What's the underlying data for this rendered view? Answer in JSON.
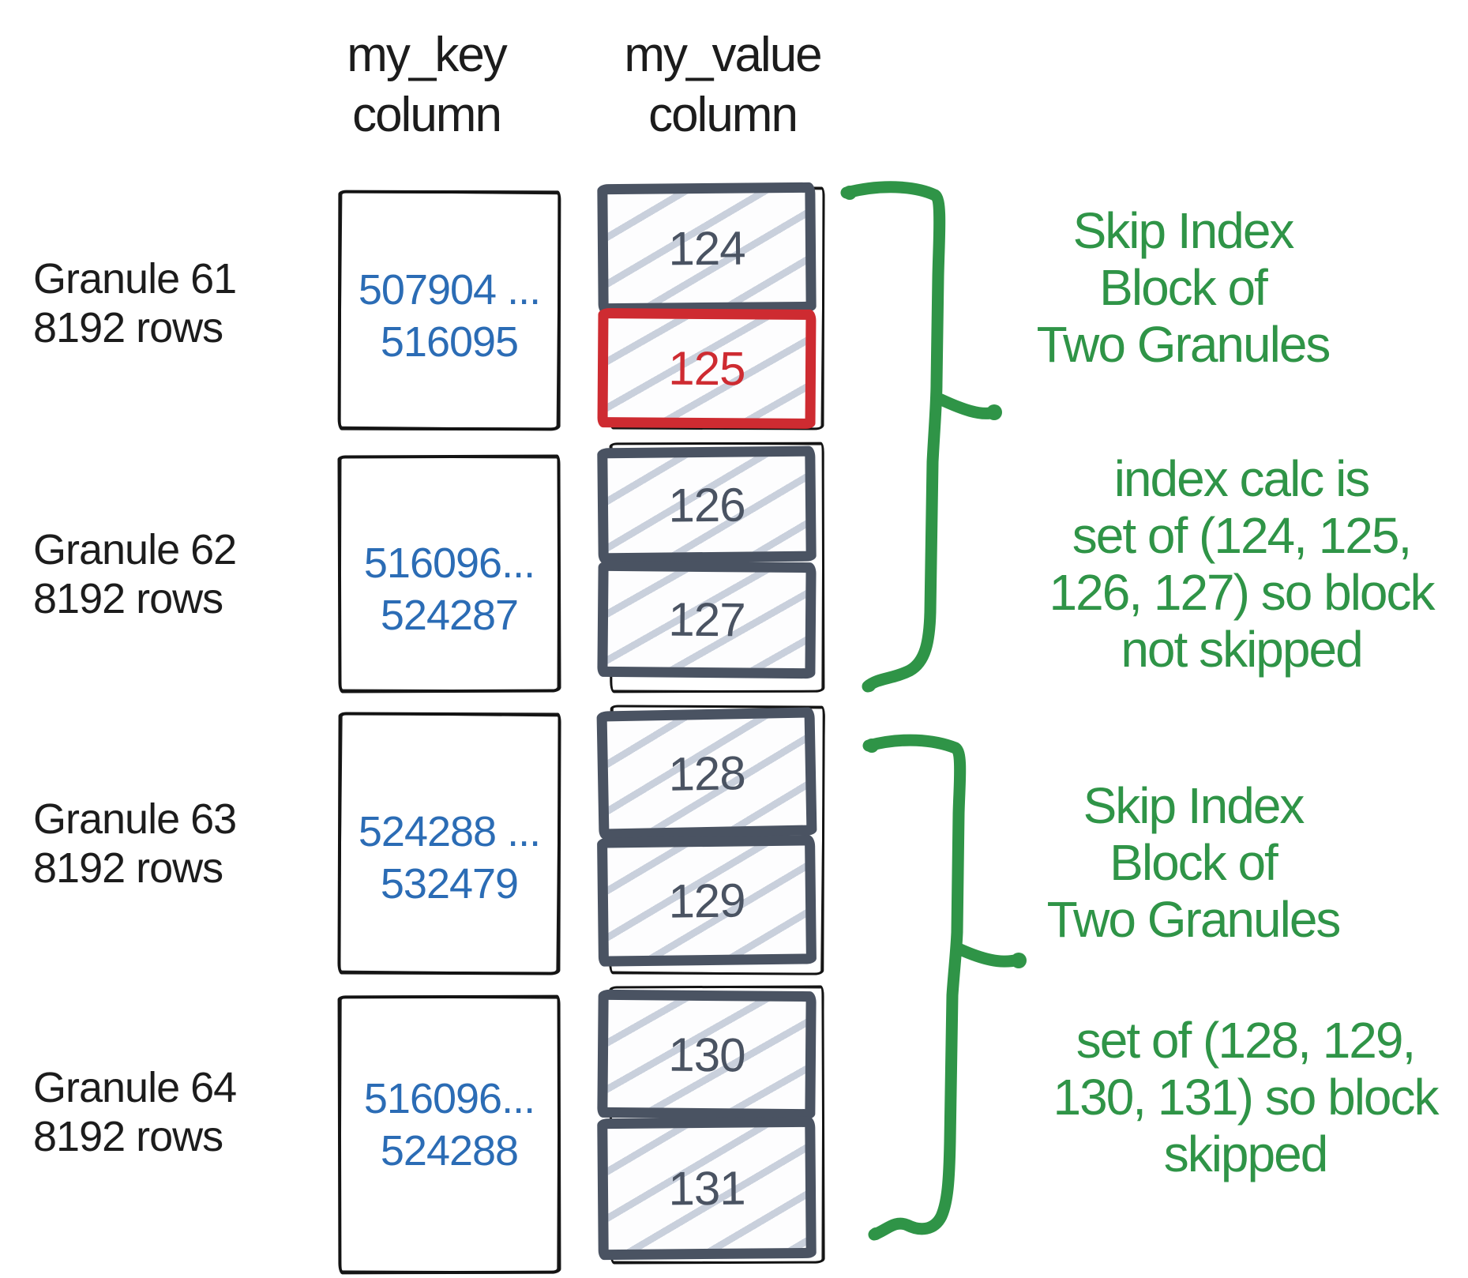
{
  "headers": {
    "key": [
      "my_key",
      "column"
    ],
    "value": [
      "my_value",
      "column"
    ]
  },
  "granules": [
    {
      "name": "Granule 61",
      "rows": "8192 rows",
      "key_start": "507904 ...",
      "key_end": "516095",
      "blocks": [
        {
          "value": "124",
          "highlighted": false
        },
        {
          "value": "125",
          "highlighted": true
        }
      ]
    },
    {
      "name": "Granule 62",
      "rows": "8192 rows",
      "key_start": "516096...",
      "key_end": "524287",
      "blocks": [
        {
          "value": "126",
          "highlighted": false
        },
        {
          "value": "127",
          "highlighted": false
        }
      ]
    },
    {
      "name": "Granule 63",
      "rows": "8192 rows",
      "key_start": "524288 ...",
      "key_end": "532479",
      "blocks": [
        {
          "value": "128",
          "highlighted": false
        },
        {
          "value": "129",
          "highlighted": false
        }
      ]
    },
    {
      "name": "Granule 64",
      "rows": "8192 rows",
      "key_start": "516096...",
      "key_end": "524288",
      "blocks": [
        {
          "value": "130",
          "highlighted": false
        },
        {
          "value": "131",
          "highlighted": false
        }
      ]
    }
  ],
  "annotations": [
    {
      "lines": [
        "Skip Index",
        "Block of",
        "Two Granules"
      ]
    },
    {
      "lines": [
        "index calc is",
        "set of (124, 125,",
        "126, 127) so block",
        "not skipped"
      ]
    },
    {
      "lines": [
        "Skip Index",
        "Block of",
        "Two Granules"
      ]
    },
    {
      "lines": [
        "set of (128, 129,",
        "130, 131) so block",
        "skipped"
      ]
    }
  ],
  "colors": {
    "annotation_green": "#2f9447",
    "highlight_red": "#ce2b31",
    "block_slate": "#4a5362",
    "key_blue": "#2b6cb5",
    "hatch": "#c9d0dc",
    "ink": "#1c1c1c"
  }
}
